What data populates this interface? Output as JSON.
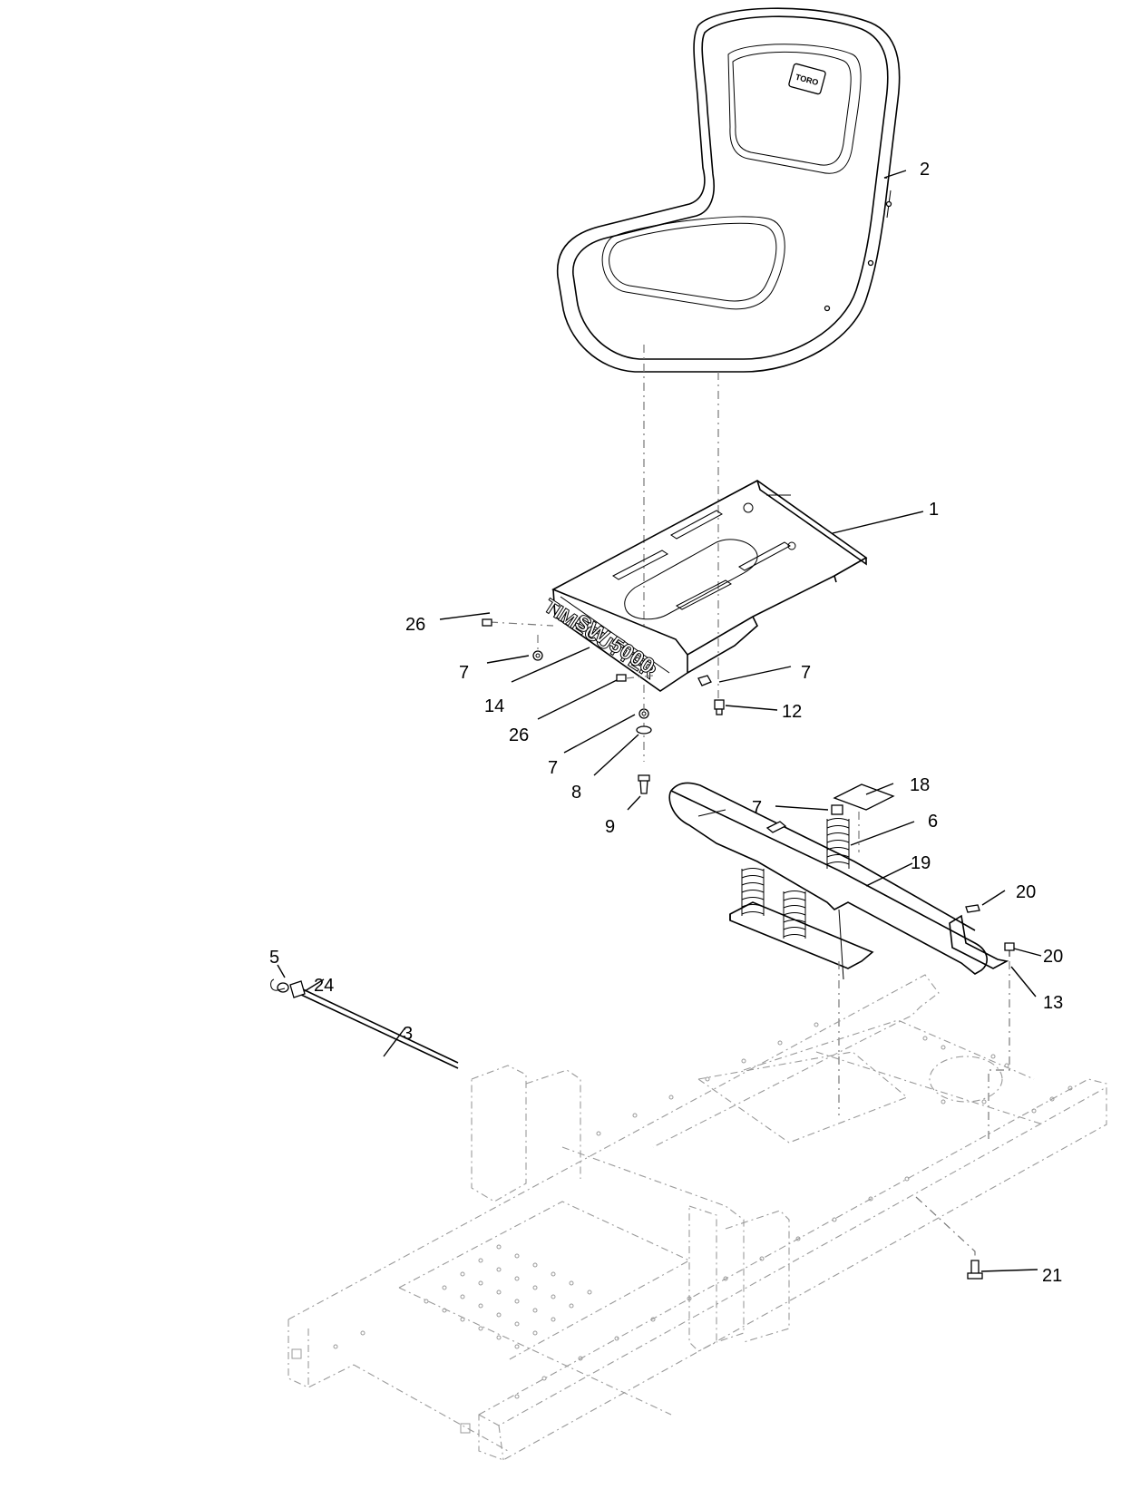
{
  "diagram": {
    "seat_logo_text": "TORO",
    "plate_emboss_line1": "TIMECUTTER",
    "plate_emboss_line2": "SW 5000",
    "callouts": [
      {
        "id": "c-2",
        "label": "2"
      },
      {
        "id": "c-1",
        "label": "1"
      },
      {
        "id": "c-26a",
        "label": "26"
      },
      {
        "id": "c-7a",
        "label": "7"
      },
      {
        "id": "c-14",
        "label": "14"
      },
      {
        "id": "c-26b",
        "label": "26"
      },
      {
        "id": "c-7b",
        "label": "7"
      },
      {
        "id": "c-8",
        "label": "8"
      },
      {
        "id": "c-9",
        "label": "9"
      },
      {
        "id": "c-7c",
        "label": "7"
      },
      {
        "id": "c-12",
        "label": "12"
      },
      {
        "id": "c-18",
        "label": "18"
      },
      {
        "id": "c-7d",
        "label": "7"
      },
      {
        "id": "c-6",
        "label": "6"
      },
      {
        "id": "c-19",
        "label": "19"
      },
      {
        "id": "c-20a",
        "label": "20"
      },
      {
        "id": "c-20b",
        "label": "20"
      },
      {
        "id": "c-13",
        "label": "13"
      },
      {
        "id": "c-5",
        "label": "5"
      },
      {
        "id": "c-24",
        "label": "24"
      },
      {
        "id": "c-3",
        "label": "3"
      },
      {
        "id": "c-21",
        "label": "21"
      }
    ]
  }
}
